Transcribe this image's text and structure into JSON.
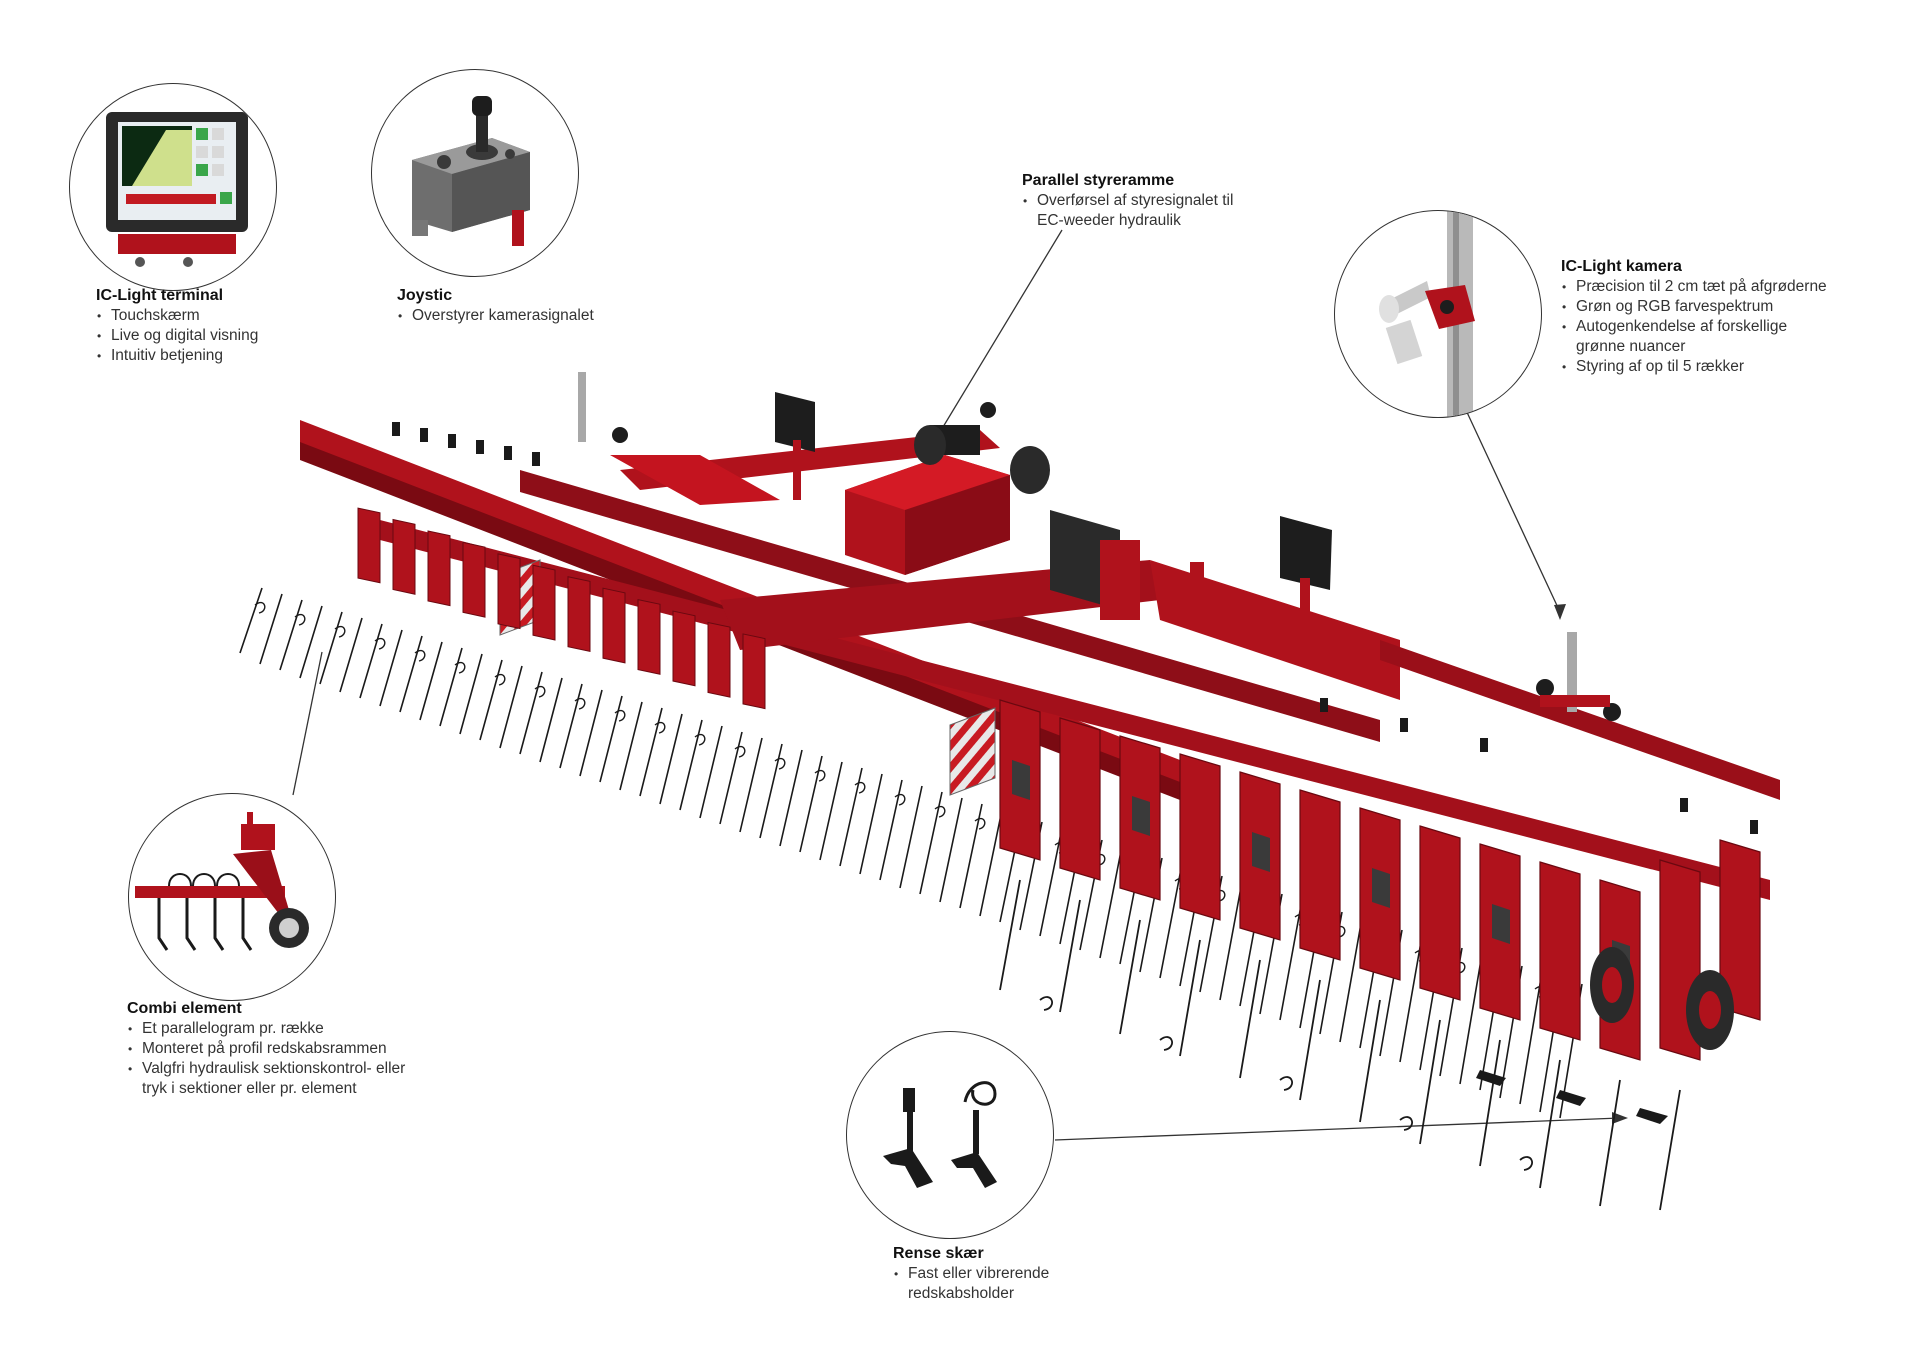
{
  "callouts": {
    "terminal": {
      "title": "IC-Light terminal",
      "items": [
        "Touchskærm",
        "Live og digital visning",
        "Intuitiv betjening"
      ]
    },
    "joystic": {
      "title": "Joystic",
      "items": [
        "Overstyrer kamerasignalet"
      ]
    },
    "frame": {
      "title": "Parallel styreramme",
      "items": [
        "Overførsel af styresignalet til",
        "EC-weeder hydraulik"
      ]
    },
    "camera": {
      "title": "IC-Light kamera",
      "items": [
        "Præcision til 2 cm tæt på afgrøderne",
        "Grøn og RGB farvespektrum",
        "Autogenkendelse af forskellige",
        "grønne nuancer",
        "Styring af op til 5 rækker"
      ]
    },
    "combi": {
      "title": "Combi element",
      "items": [
        "Et parallelogram pr. række",
        "Monteret på profil redskabsrammen",
        "Valgfri hydraulisk sektionskontrol- eller",
        "tryk i sektioner eller pr. element"
      ]
    },
    "rense": {
      "title": "Rense skær",
      "items": [
        "Fast eller vibrerende",
        "redskabsholder"
      ]
    }
  },
  "colors": {
    "machine_red": "#b0121c",
    "machine_dark_red": "#7a0a12",
    "tine_black": "#1a1a1a",
    "screen_green": "#3aa64a"
  }
}
